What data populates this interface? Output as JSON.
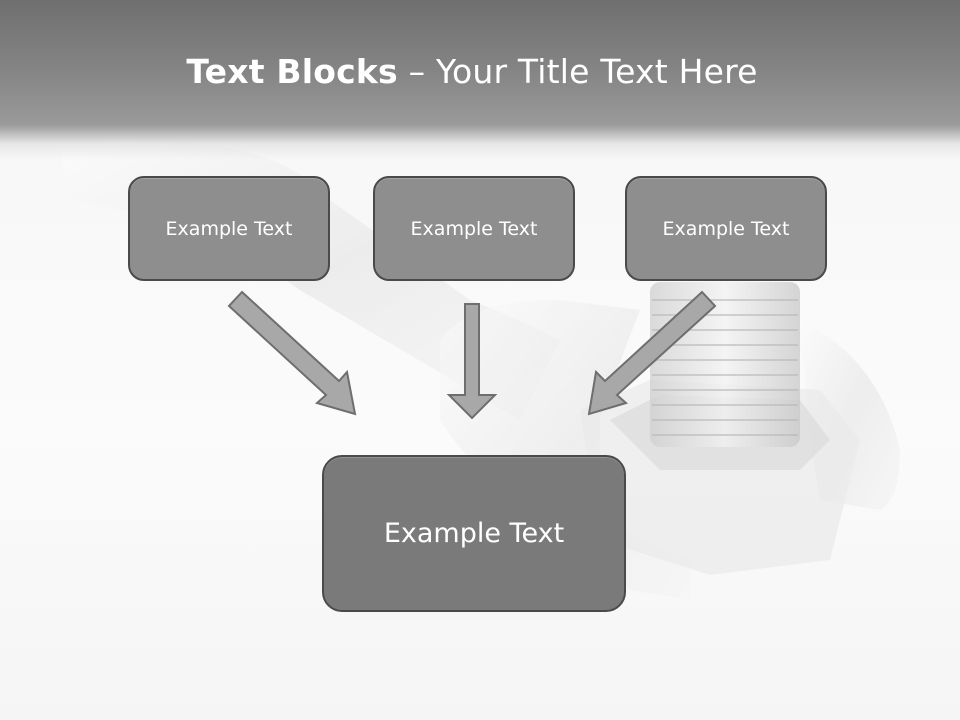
{
  "title": {
    "bold": "Text Blocks",
    "dash": "–",
    "rest": "Your Title Text Here"
  },
  "blocks": {
    "left": "Example Text",
    "middle": "Example Text",
    "right": "Example Text",
    "bottom": "Example Text"
  },
  "colors": {
    "header": "#7d7d7d",
    "box_fill": "#8e8e8e",
    "box_border": "#4a4a4a",
    "big_box_fill": "#7a7a7a",
    "arrow_fill": "#a8a8a8",
    "arrow_stroke": "#6e6e6e"
  },
  "icons": {
    "background": "wrench-and-bolt-photo"
  }
}
